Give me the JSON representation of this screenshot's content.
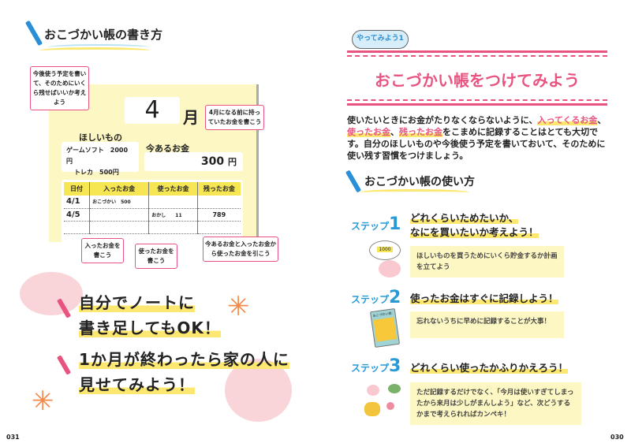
{
  "left": {
    "title": "おこづかい帳の書き方",
    "callout_plan": "今後使う予定を書いて、そのためにいくら残せばいいか考えよう",
    "month_number": "4",
    "month_unit": "月",
    "callout_before": "4月になる前に持っていたお金を書こう",
    "wish_label": "ほしいもの",
    "wish_items": [
      {
        "name": "ゲームソフト",
        "price": "2000円"
      },
      {
        "name": "トレカ",
        "price": "500円"
      }
    ],
    "current_label": "今あるお金",
    "current_amount": "300",
    "current_unit": "円",
    "table": {
      "headers": [
        "日付",
        "入ったお金",
        "使ったお金",
        "残ったお金"
      ],
      "rows": [
        [
          "4/1",
          "おこづかい　500",
          "",
          ""
        ],
        [
          "4/5",
          "",
          "おかし　　11",
          "789"
        ],
        [
          "",
          "",
          "",
          ""
        ],
        [
          "",
          "",
          "",
          ""
        ]
      ]
    },
    "callout_in": "入ったお金を書こう",
    "callout_out": "使ったお金を書こう",
    "callout_rest": "今あるお金と入ったお金から使ったお金を引こう",
    "big1a": "自分でノートに",
    "big1b": "書き足してもOK！",
    "big2a": "1か月が終わったら家の人に",
    "big2b": "見せてみよう！",
    "page": "031"
  },
  "right": {
    "badge": "やってみよう1",
    "title": "おこづかい帳をつけてみよう",
    "para": {
      "p1": "使いたいときにお金がたりなくならないように、",
      "h1": "入ってくるお金",
      "p2": "、",
      "h2": "使ったお金",
      "p3": "、",
      "h3": "残ったお金",
      "p4": "をこまめに記録することはとても大切です。自分のほしいものや今後使う予定を書いておいて、そのために使い残す習慣をつけましょう。"
    },
    "subtitle": "おこづかい帳の使い方",
    "steps": [
      {
        "label": "ステップ",
        "num": "1",
        "heading1": "どれくらいためたいか、",
        "heading2": "なにを買いたいか考えよう！",
        "text": "ほしいものを買うためにいくら貯金するか計画を立てよう"
      },
      {
        "label": "ステップ",
        "num": "2",
        "heading1": "使ったお金はすぐに記録しよう！",
        "text": "忘れないうちに早めに記録することが大事！"
      },
      {
        "label": "ステップ",
        "num": "3",
        "heading1": "どれくらい使ったかふりかえろう！",
        "text": "ただ記録するだけでなく、「今月は使いすぎてしまったから来月は少しがまんしよう」など、次どうするかまで考えられればカンペキ！"
      }
    ],
    "piggy_sign": "1000",
    "book_label": "おこづかい帳",
    "page": "030"
  }
}
